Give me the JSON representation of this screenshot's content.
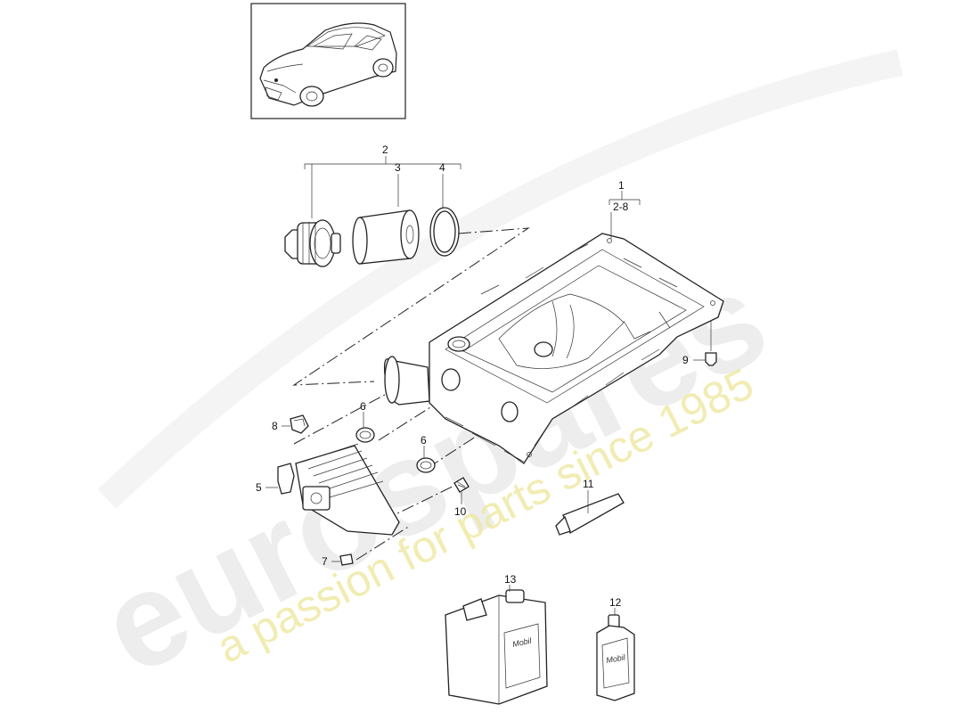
{
  "watermark": {
    "brand": "eurospares",
    "tagline": "a passion for parts since 1985"
  },
  "callouts": {
    "c1": "1",
    "c1range": "2-8",
    "c2": "2",
    "c3": "3",
    "c4": "4",
    "c5": "5",
    "c6a": "6",
    "c6b": "6",
    "c7": "7",
    "c8": "8",
    "c9": "9",
    "c10": "10",
    "c11": "11",
    "c12": "12",
    "c13": "13"
  },
  "product_labels": {
    "canister": "Mobil",
    "bottle": "Mobil"
  }
}
